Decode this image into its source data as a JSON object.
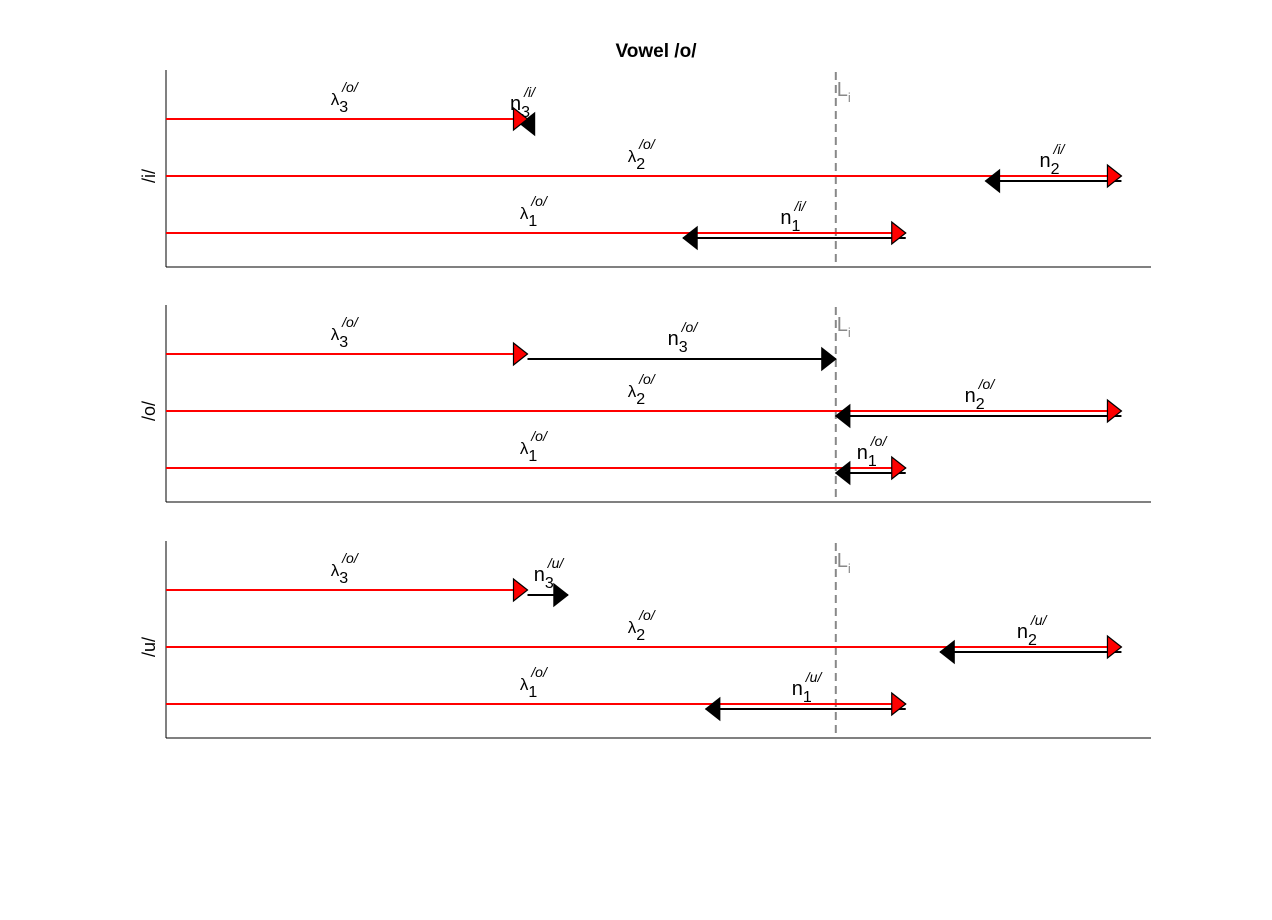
{
  "chart_data": {
    "type": "diagram",
    "title": "Vowel /o/",
    "xlim": [
      0,
      1000
    ],
    "limit_line": {
      "label_main": "L",
      "label_sub": "i",
      "x": 680,
      "color": "#888888"
    },
    "colors": {
      "lambda": "#ff0000",
      "n": "#000000",
      "axis": "#000000"
    },
    "panels": [
      {
        "ylabel": "/i/",
        "rows": [
          {
            "lambda_label": "λ",
            "lambda_sub": "3",
            "lambda_sup": "/o/",
            "lambda_end": 367,
            "n_label": "n",
            "n_sub": "3",
            "n_sup": "/i/",
            "n_start": 367,
            "n_end": 360
          },
          {
            "lambda_label": "λ",
            "lambda_sub": "2",
            "lambda_sup": "/o/",
            "lambda_end": 970,
            "n_label": "n",
            "n_sub": "2",
            "n_sup": "/i/",
            "n_start": 970,
            "n_end": 832
          },
          {
            "lambda_label": "λ",
            "lambda_sub": "1",
            "lambda_sup": "/o/",
            "lambda_end": 751,
            "n_label": "n",
            "n_sub": "1",
            "n_sup": "/i/",
            "n_start": 751,
            "n_end": 525
          }
        ]
      },
      {
        "ylabel": "/o/",
        "rows": [
          {
            "lambda_label": "λ",
            "lambda_sub": "3",
            "lambda_sup": "/o/",
            "lambda_end": 367,
            "n_label": "n",
            "n_sub": "3",
            "n_sup": "/o/",
            "n_start": 367,
            "n_end": 680
          },
          {
            "lambda_label": "λ",
            "lambda_sub": "2",
            "lambda_sup": "/o/",
            "lambda_end": 970,
            "n_label": "n",
            "n_sub": "2",
            "n_sup": "/o/",
            "n_start": 970,
            "n_end": 680
          },
          {
            "lambda_label": "λ",
            "lambda_sub": "1",
            "lambda_sup": "/o/",
            "lambda_end": 751,
            "n_label": "n",
            "n_sub": "1",
            "n_sup": "/o/",
            "n_start": 751,
            "n_end": 680
          }
        ]
      },
      {
        "ylabel": "/u/",
        "rows": [
          {
            "lambda_label": "λ",
            "lambda_sub": "3",
            "lambda_sup": "/o/",
            "lambda_end": 367,
            "n_label": "n",
            "n_sub": "3",
            "n_sup": "/u/",
            "n_start": 367,
            "n_end": 408
          },
          {
            "lambda_label": "λ",
            "lambda_sub": "2",
            "lambda_sup": "/o/",
            "lambda_end": 970,
            "n_label": "n",
            "n_sub": "2",
            "n_sup": "/u/",
            "n_start": 970,
            "n_end": 786
          },
          {
            "lambda_label": "λ",
            "lambda_sub": "1",
            "lambda_sup": "/o/",
            "lambda_end": 751,
            "n_label": "n",
            "n_sub": "1",
            "n_sup": "/u/",
            "n_start": 751,
            "n_end": 548
          }
        ]
      }
    ]
  }
}
